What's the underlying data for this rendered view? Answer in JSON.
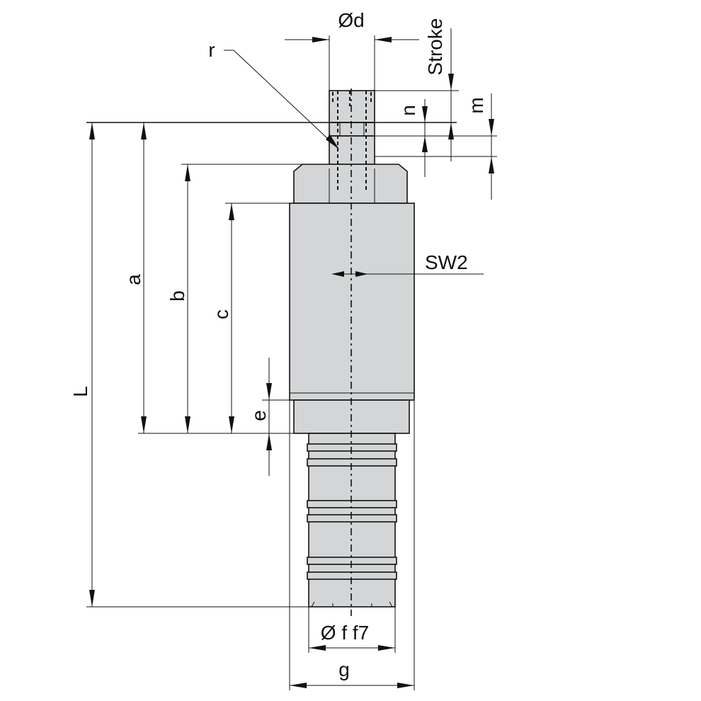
{
  "labels": {
    "od": "Ød",
    "stroke": "Stroke",
    "r": "r",
    "n": "n",
    "m": "m",
    "sw2": "SW2",
    "a": "a",
    "b": "b",
    "c": "c",
    "l": "L",
    "e": "e",
    "off7": "Ø f f7",
    "g": "g"
  }
}
